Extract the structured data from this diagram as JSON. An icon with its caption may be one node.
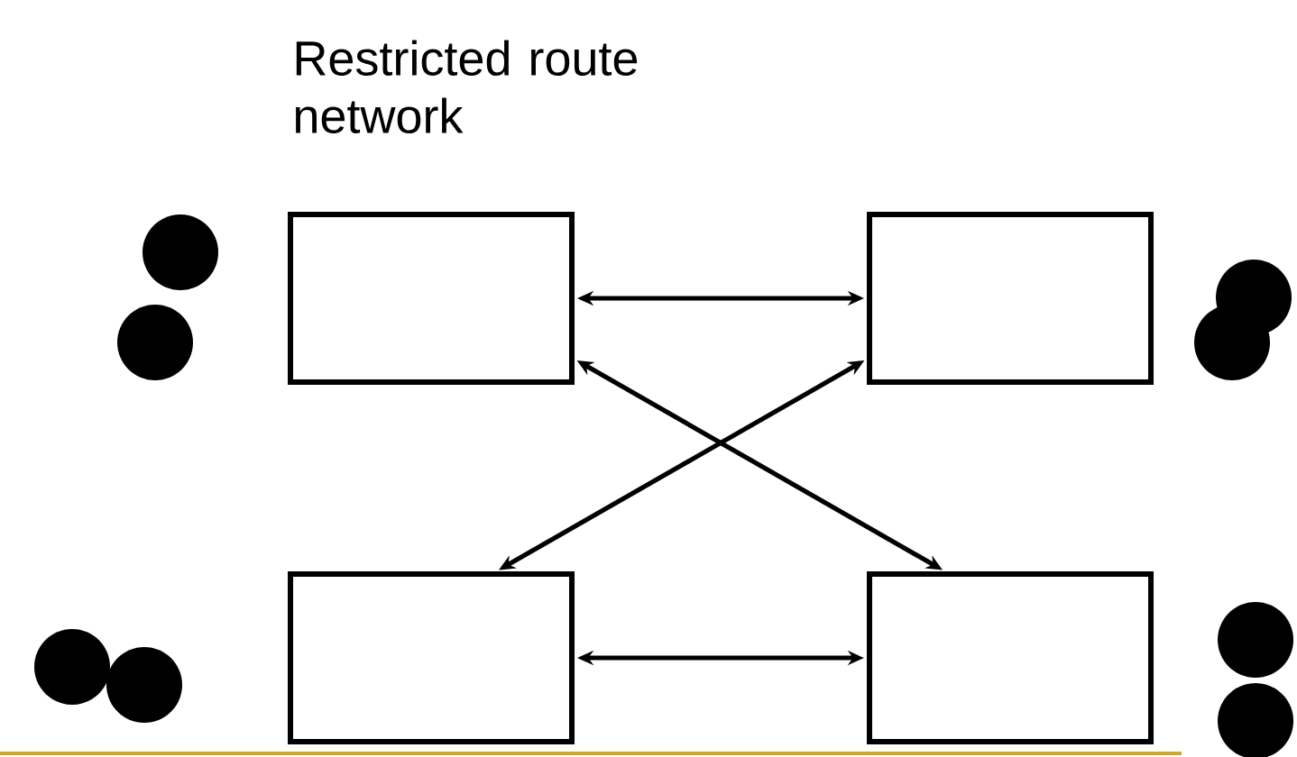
{
  "diagram": {
    "title": "Restricted route network",
    "nodes": [
      {
        "text": [],
        "shape": "box"
      },
      {
        "text": [],
        "shape": "box"
      },
      {
        "text": [],
        "shape": "box"
      },
      {
        "text": [],
        "shape": "box"
      }
    ],
    "edges": [
      {
        "from": 0,
        "to": 1,
        "arrow": "both"
      },
      {
        "from": 0,
        "to": 3,
        "arrow": "both"
      },
      {
        "from": 1,
        "to": 2,
        "arrow": "both"
      },
      {
        "from": 2,
        "to": 3,
        "arrow": "both"
      }
    ]
  }
}
